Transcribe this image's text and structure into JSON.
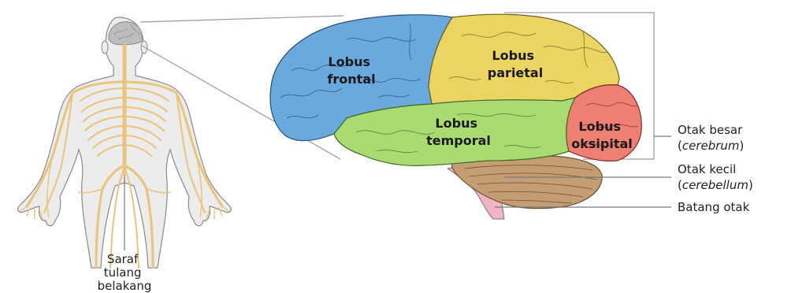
{
  "diagram": {
    "lobes": {
      "frontal": [
        "Lobus",
        "frontal"
      ],
      "parietal": [
        "Lobus",
        "parietal"
      ],
      "temporal": [
        "Lobus",
        "temporal"
      ],
      "oksipital": [
        "Lobus",
        "oksipital"
      ]
    },
    "callouts": {
      "cerebrum": {
        "line1": "Otak besar",
        "paren_open": "(",
        "italic": "cerebrum",
        "paren_close": ")"
      },
      "cerebellum": {
        "line1": "Otak kecil",
        "paren_open": "(",
        "italic": "cerebellum",
        "paren_close": ")"
      },
      "brainstem": {
        "line1": "Batang otak"
      }
    },
    "spine_label": [
      "Saraf",
      "tulang",
      "belakang"
    ],
    "colors": {
      "frontal": "#6aa9dd",
      "parietal": "#ecd463",
      "temporal": "#a9db72",
      "oksipital": "#ef7e73",
      "cerebellum": "#c59d72",
      "brainstem": "#f0b4c4",
      "nerves": "#e9c47a",
      "body_fill": "#ececec",
      "body_stroke": "#8a8a8a"
    }
  }
}
